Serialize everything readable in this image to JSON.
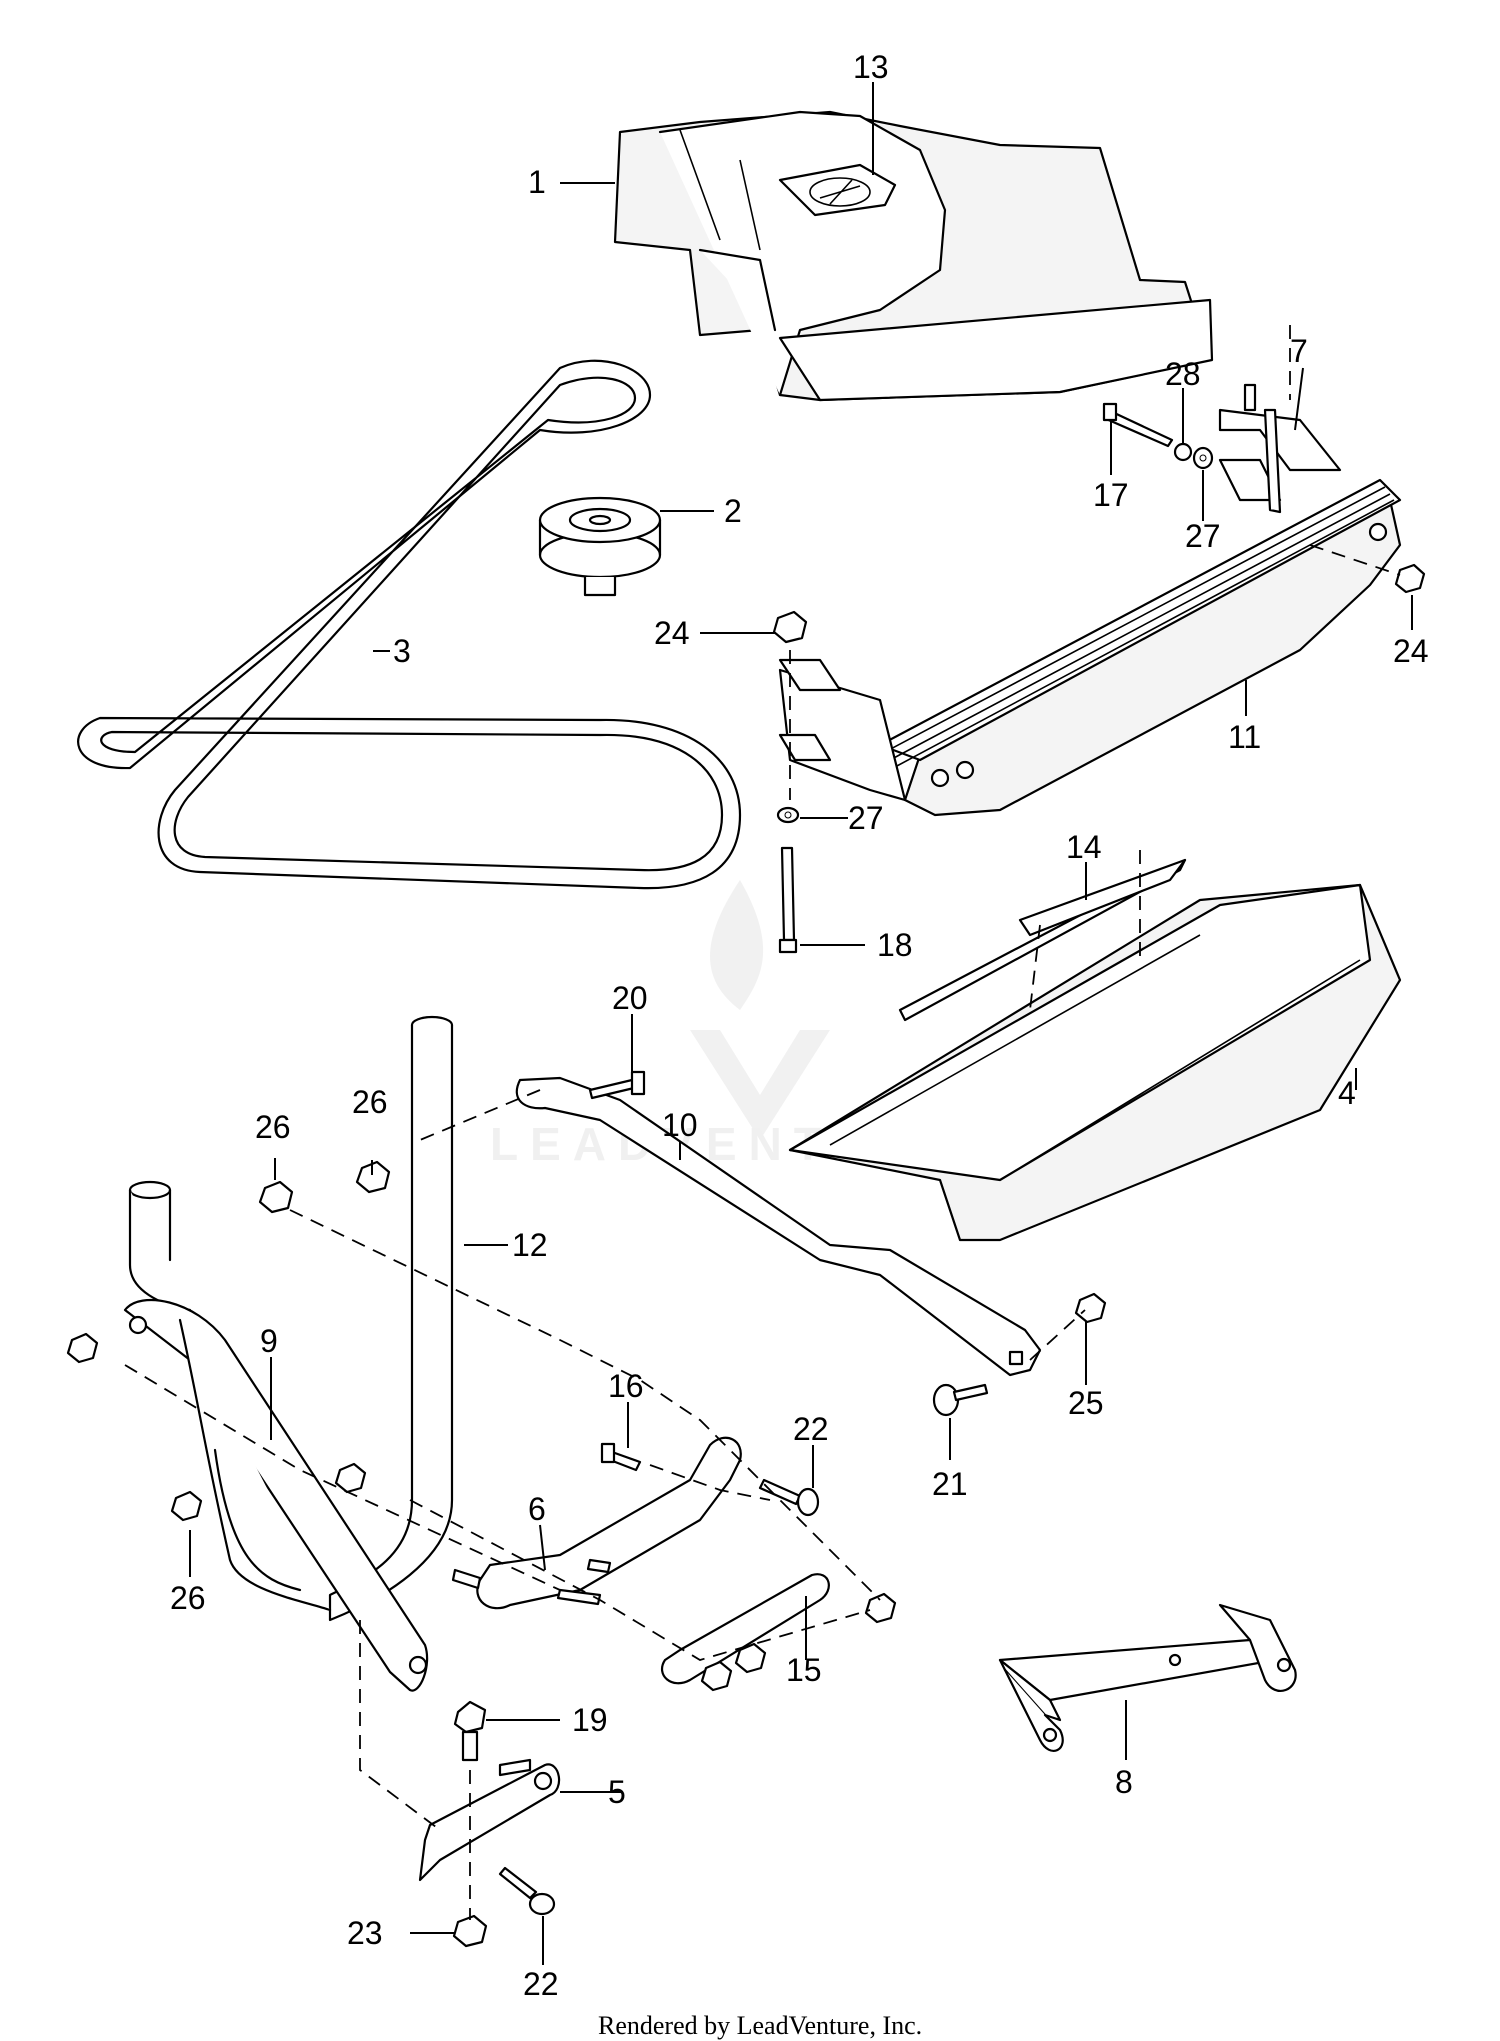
{
  "footer": {
    "text": "Rendered by LeadVenture, Inc."
  },
  "watermark": {
    "text": "LEADVENTURE"
  },
  "callouts": {
    "c1": "1",
    "c2": "2",
    "c3": "3",
    "c4": "4",
    "c5": "5",
    "c6": "6",
    "c7": "7",
    "c8": "8",
    "c9": "9",
    "c10": "10",
    "c11": "11",
    "c12": "12",
    "c13": "13",
    "c14": "14",
    "c15": "15",
    "c16": "16",
    "c17": "17",
    "c18": "18",
    "c19": "19",
    "c20": "20",
    "c21": "21",
    "c22a": "22",
    "c22b": "22",
    "c23": "23",
    "c24a": "24",
    "c24b": "24",
    "c25": "25",
    "c26a": "26",
    "c26b": "26",
    "c26c": "26",
    "c27a": "27",
    "c27b": "27",
    "c28": "28"
  }
}
